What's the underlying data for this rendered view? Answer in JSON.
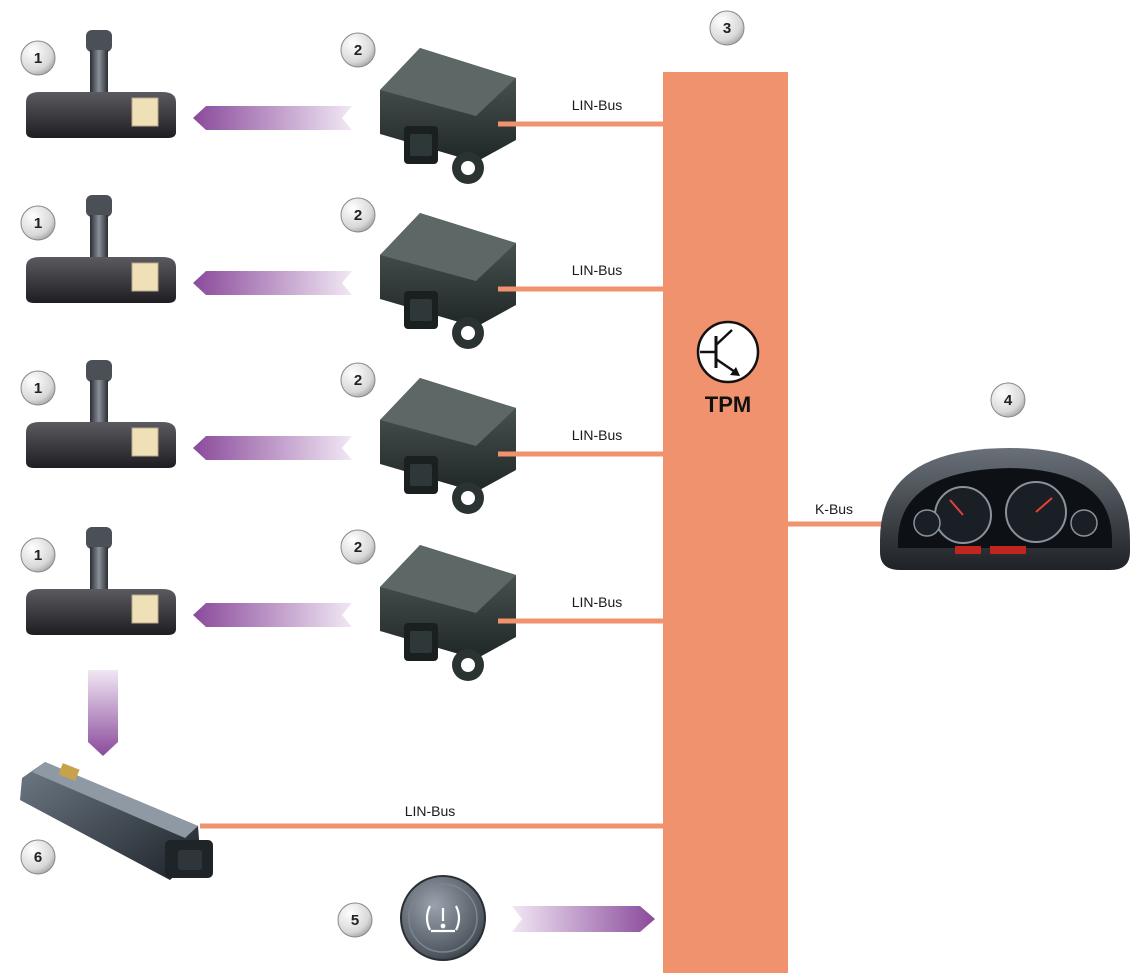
{
  "colors": {
    "tpm_block": "#f0926e",
    "bus_line": "#f0926e",
    "arrow_gradient_start": "#8e4d9e",
    "arrow_gradient_end": "#f0e6f3",
    "device_dark": "#2f3a3a",
    "sensor_body": "#3c3c40"
  },
  "tpm": {
    "label": "TPM",
    "badge": "3"
  },
  "instrument_cluster": {
    "badge": "4",
    "bus_label": "K-Bus"
  },
  "wheel_rows": [
    {
      "sensor_badge": "1",
      "module_badge": "2",
      "bus_label": "LIN-Bus"
    },
    {
      "sensor_badge": "1",
      "module_badge": "2",
      "bus_label": "LIN-Bus"
    },
    {
      "sensor_badge": "1",
      "module_badge": "2",
      "bus_label": "LIN-Bus"
    },
    {
      "sensor_badge": "1",
      "module_badge": "2",
      "bus_label": "LIN-Bus"
    }
  ],
  "antenna": {
    "badge": "6",
    "bus_label": "LIN-Bus"
  },
  "reset_button": {
    "badge": "5"
  }
}
